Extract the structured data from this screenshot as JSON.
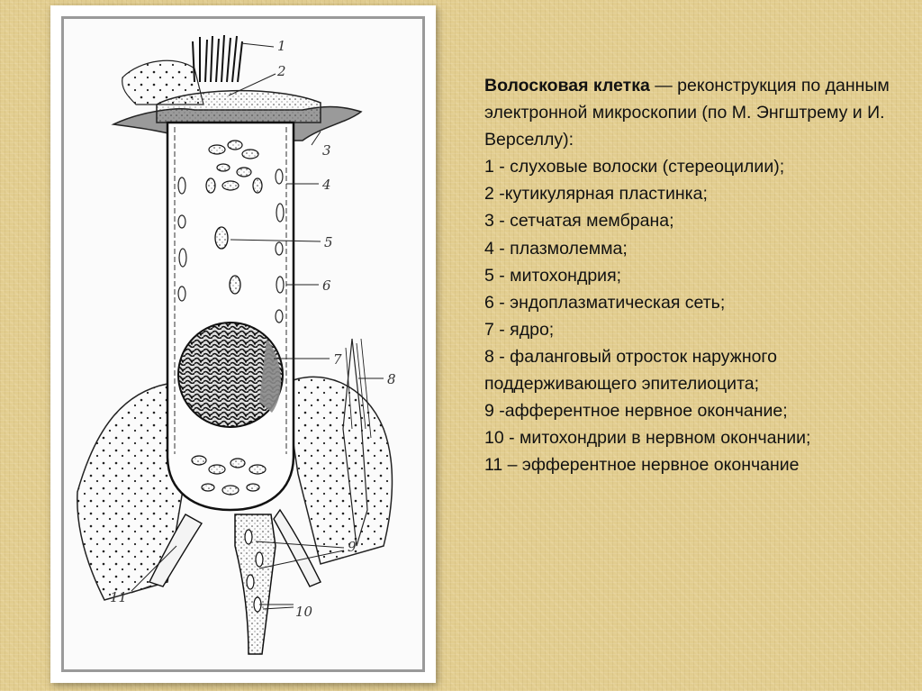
{
  "legend": {
    "title": "Волосковая клетка",
    "title_rest": " — реконструкция по данным электронной микроскопии (по М. Энгштрему и И. Верселлу):",
    "items": [
      "1 - слуховые волоски (стереоцилии);",
      "2 -кутикулярная пластинка;",
      "3 - сетчатая мембрана;",
      "4 - плазмолемма;",
      "5 - митохондрия;",
      "6 - эндоплазматическая сеть;",
      "7 - ядро;",
      "8 - фаланговый отросток наружного",
      "поддерживающего эпителиоцита;",
      "9 -афферентное нервное окончание;",
      "10 - митохондрии в нервном окончании;",
      "11 – эфферентное нервное окончание"
    ]
  },
  "figure": {
    "labels": [
      "1",
      "2",
      "3",
      "4",
      "5",
      "6",
      "7",
      "8",
      "9",
      "10",
      "11"
    ]
  }
}
